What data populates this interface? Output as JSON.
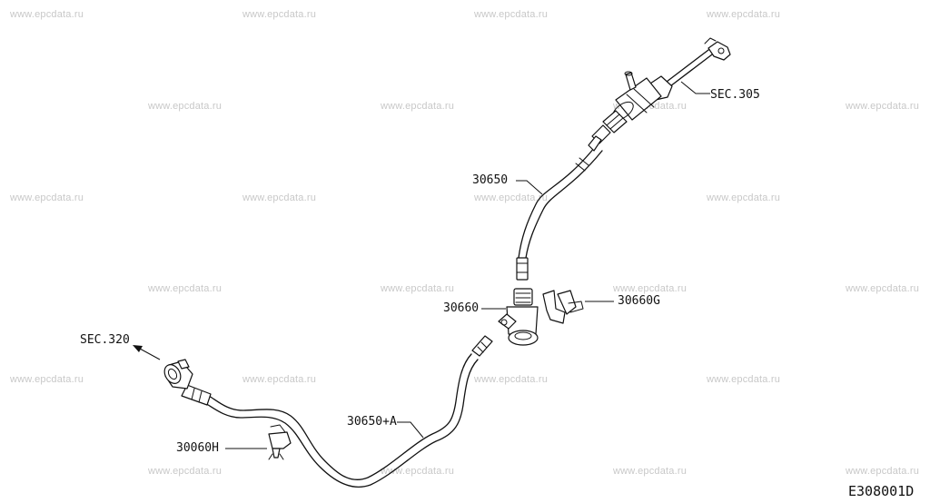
{
  "watermark": "www.epcdata.ru",
  "diagram_code": "E308001D",
  "parts": {
    "sec_305": "SEC.305",
    "p30650": "30650",
    "p30660": "30660",
    "p30660g": "30660G",
    "sec_320": "SEC.320",
    "p30650a": "30650+A",
    "p30060h": "30060H"
  }
}
